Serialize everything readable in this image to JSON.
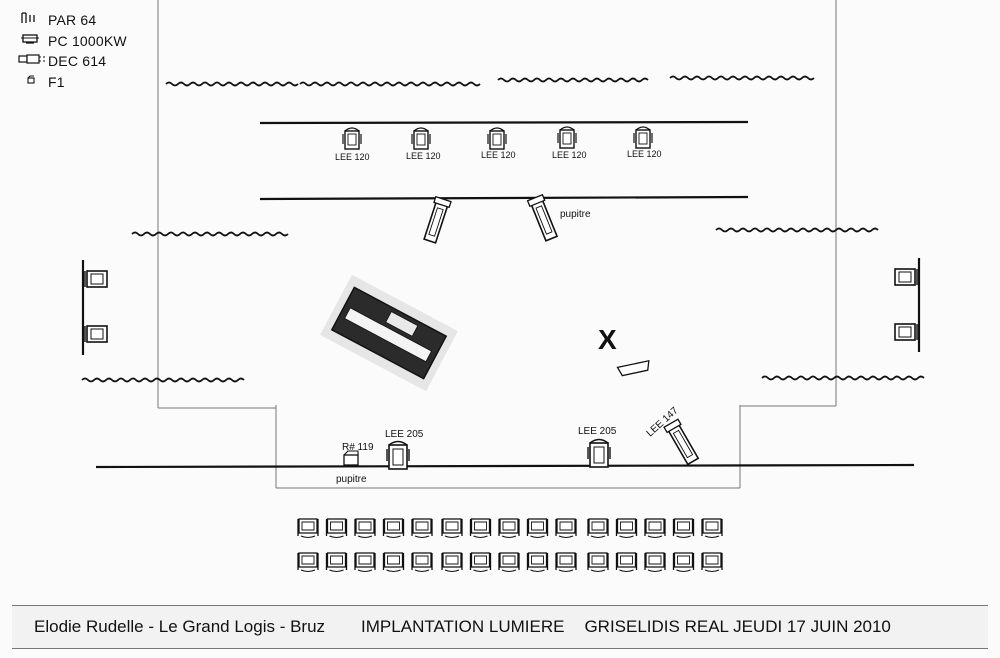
{
  "legend": [
    {
      "icon": "par-64-icon",
      "label": "PAR 64"
    },
    {
      "icon": "pc-1000kw-icon",
      "label": "PC 1000KW"
    },
    {
      "icon": "dec-614-icon",
      "label": "DEC 614"
    },
    {
      "icon": "f1-icon",
      "label": "F1"
    }
  ],
  "upper_bar": {
    "fixtures": [
      {
        "gel": "LEE 120"
      },
      {
        "gel": "LEE 120"
      },
      {
        "gel": "LEE 120"
      },
      {
        "gel": "LEE 120"
      },
      {
        "gel": "LEE 120"
      }
    ]
  },
  "mid_bar": {
    "pupitre_label": "pupitre"
  },
  "stage": {
    "mark_label": "X"
  },
  "front_bar": {
    "f1_gel": "R# 119",
    "f1_pupitre": "pupitre",
    "pc_left_gel": "LEE 205",
    "pc_right_gel": "LEE 205",
    "dec_gel": "LEE 147"
  },
  "audience": {
    "rows": 2,
    "seats_per_group": [
      5,
      5,
      5
    ],
    "extra_seats": [
      0,
      0,
      0
    ]
  },
  "footer": {
    "author": "Elodie Rudelle - Le Grand Logis - Bruz",
    "title": "IMPLANTATION LUMIERE",
    "show": "GRISELIDIS REAL JEUDI 17 JUIN 2010"
  }
}
